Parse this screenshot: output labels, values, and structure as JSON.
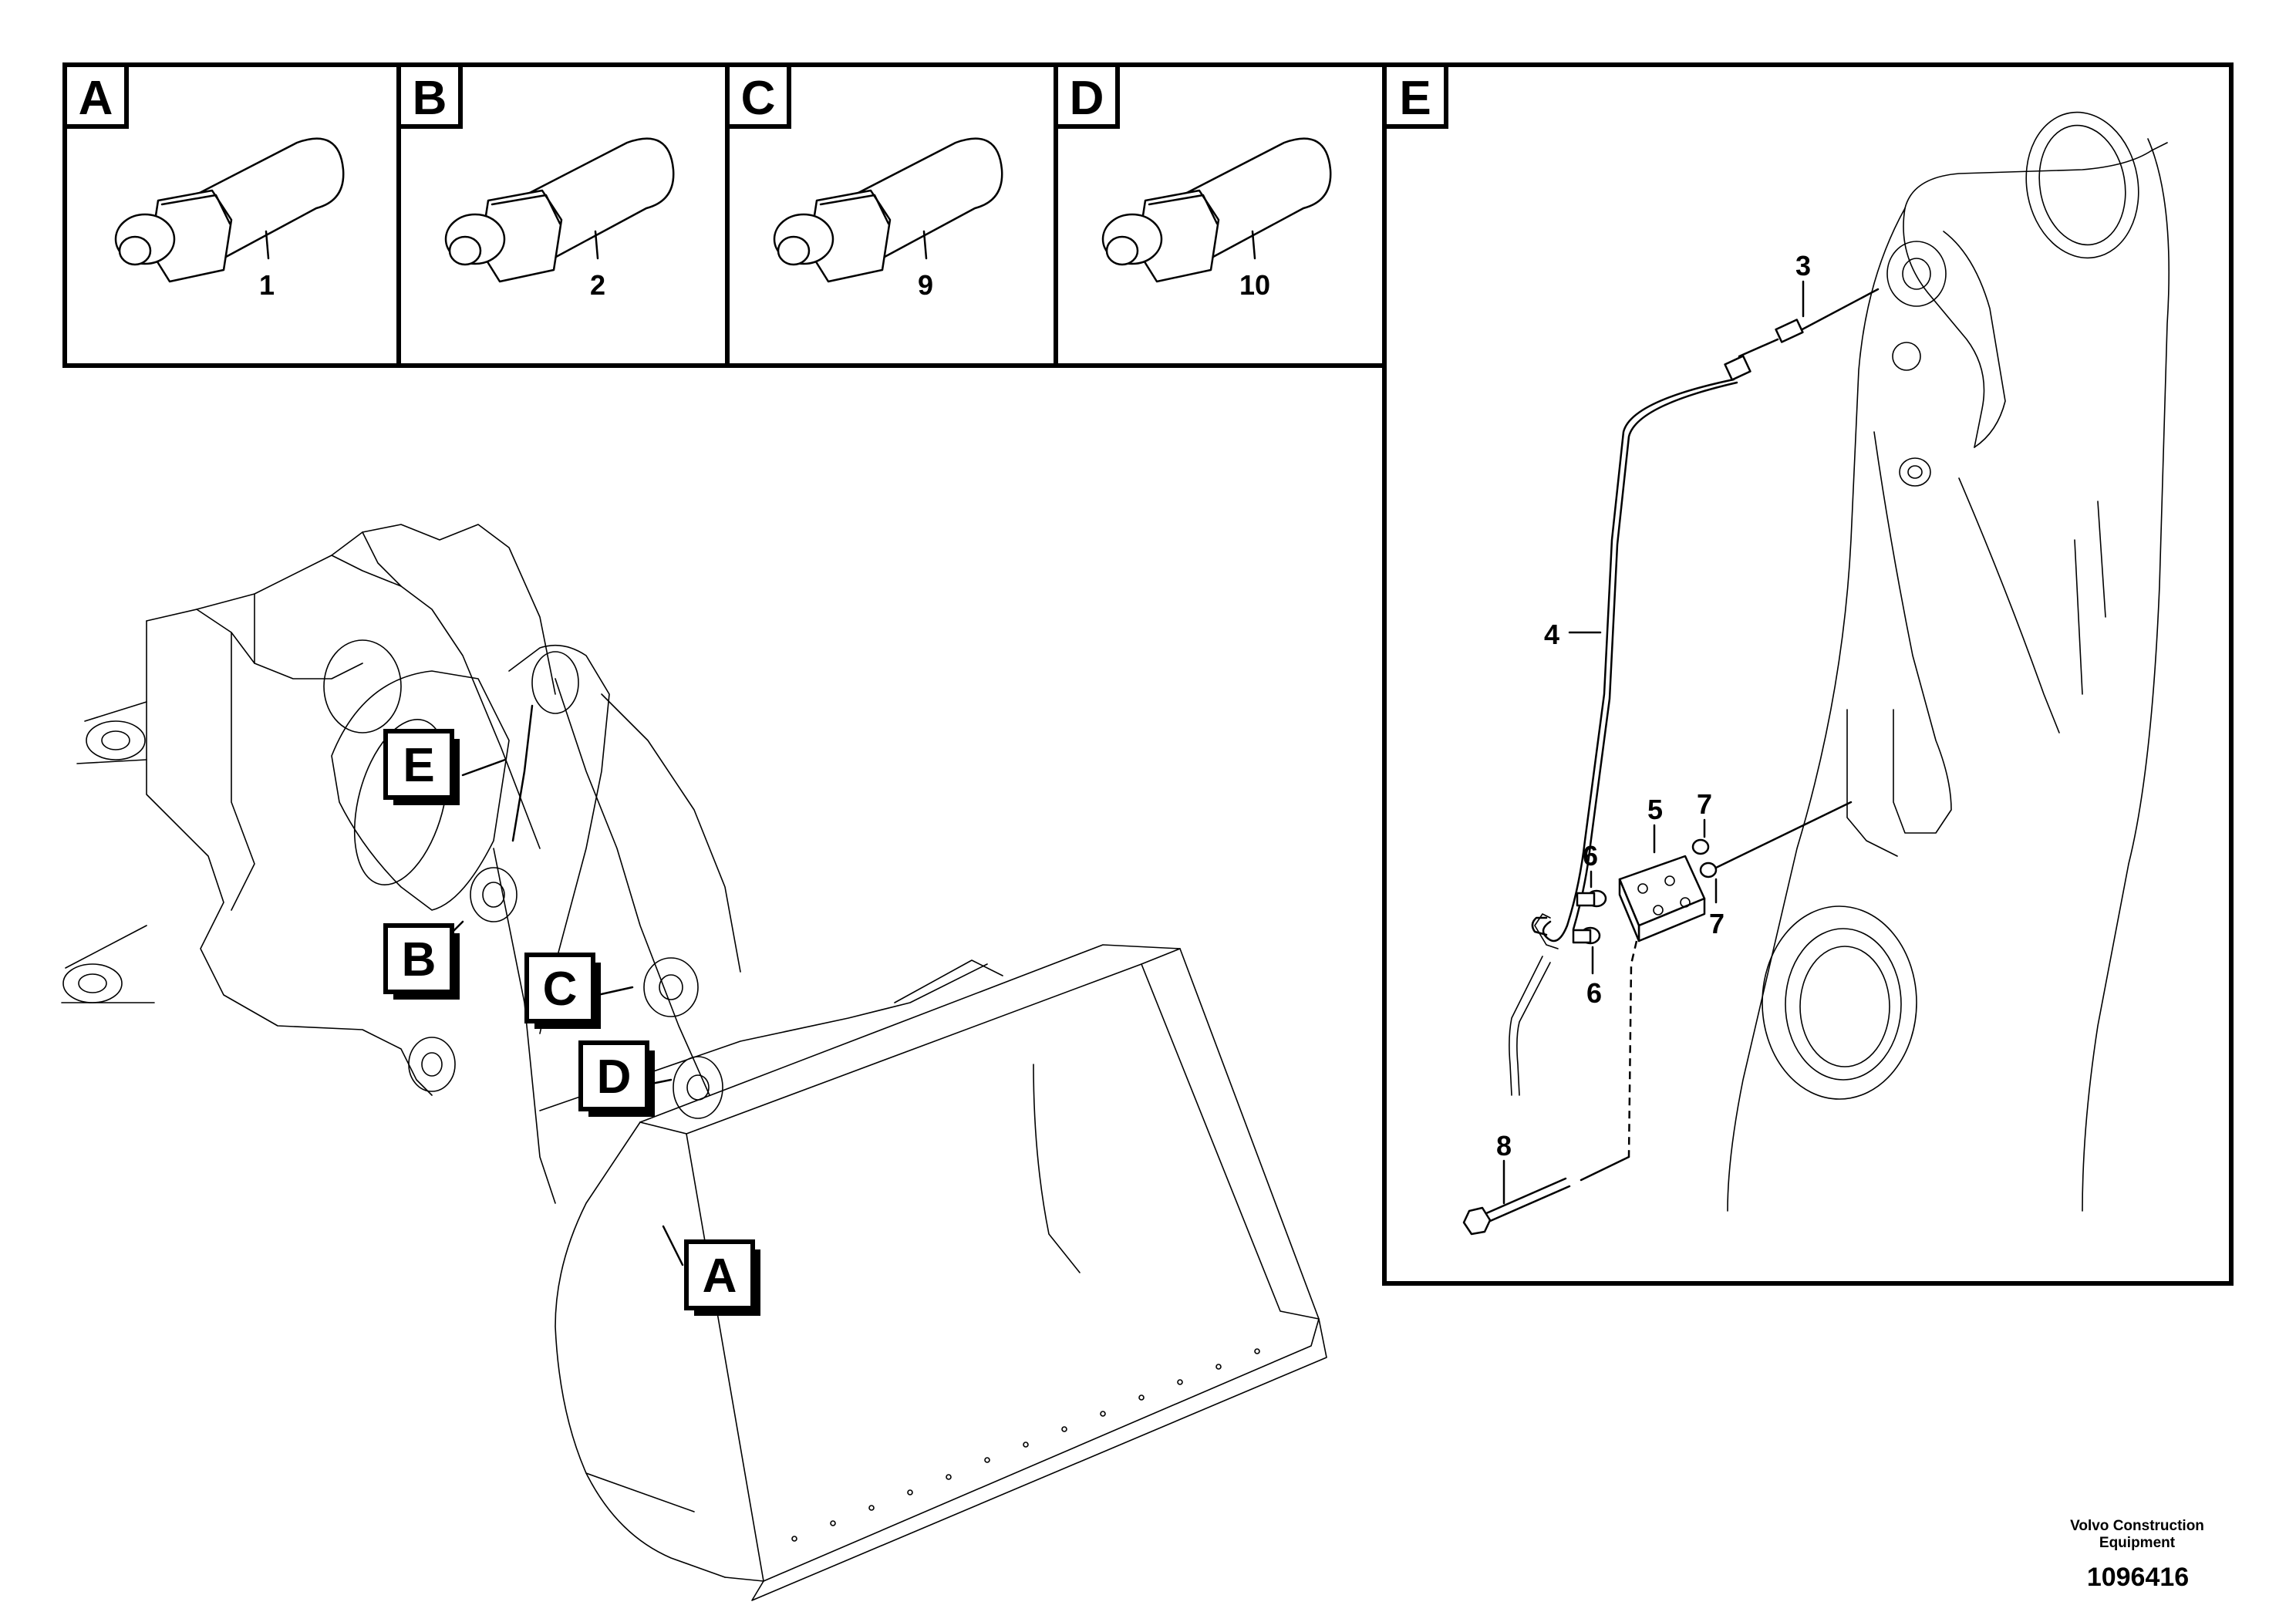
{
  "panels": [
    {
      "letter": "A",
      "part": "1"
    },
    {
      "letter": "B",
      "part": "2"
    },
    {
      "letter": "C",
      "part": "9"
    },
    {
      "letter": "D",
      "part": "10"
    },
    {
      "letter": "E"
    }
  ],
  "detail_e_labels": [
    "3",
    "4",
    "5",
    "6",
    "7",
    "7",
    "6",
    "8"
  ],
  "overview_callouts": [
    "E",
    "B",
    "C",
    "D",
    "A"
  ],
  "footer": {
    "brand": "Volvo Construction Equipment",
    "document_number": "1096416"
  }
}
